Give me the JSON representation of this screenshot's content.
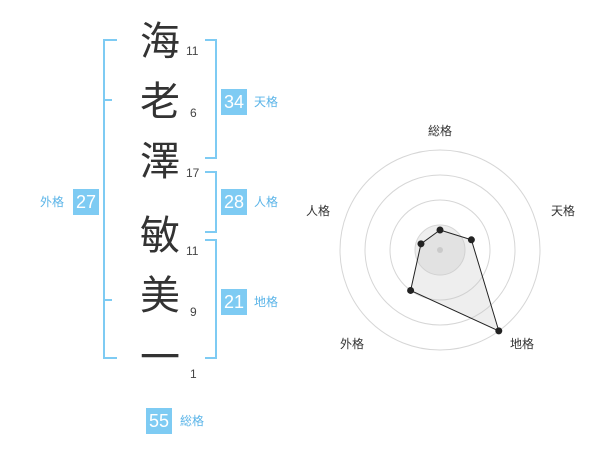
{
  "name": {
    "chars": [
      {
        "char": "海",
        "strokes": "11"
      },
      {
        "char": "老",
        "strokes": "6"
      },
      {
        "char": "澤",
        "strokes": "17"
      },
      {
        "char": "敏",
        "strokes": "11"
      },
      {
        "char": "美",
        "strokes": "9"
      },
      {
        "char": "一",
        "strokes": "1"
      }
    ]
  },
  "grid": {
    "tenkaku": {
      "value": "34",
      "label": "天格"
    },
    "jinkaku": {
      "value": "28",
      "label": "人格"
    },
    "chikaku": {
      "value": "21",
      "label": "地格"
    },
    "gaikaku": {
      "value": "27",
      "label": "外格"
    },
    "soukaku": {
      "value": "55",
      "label": "総格"
    }
  },
  "colors": {
    "accent": "#7ecbf3",
    "bracket": "#7ecbf3",
    "text": "#333333"
  },
  "chart_data": {
    "type": "radar",
    "axes": [
      "総格",
      "天格",
      "地格",
      "外格",
      "人格"
    ],
    "values": [
      0.2,
      0.33,
      1.0,
      0.5,
      0.2
    ],
    "range": [
      0,
      1
    ],
    "rings": 4
  }
}
